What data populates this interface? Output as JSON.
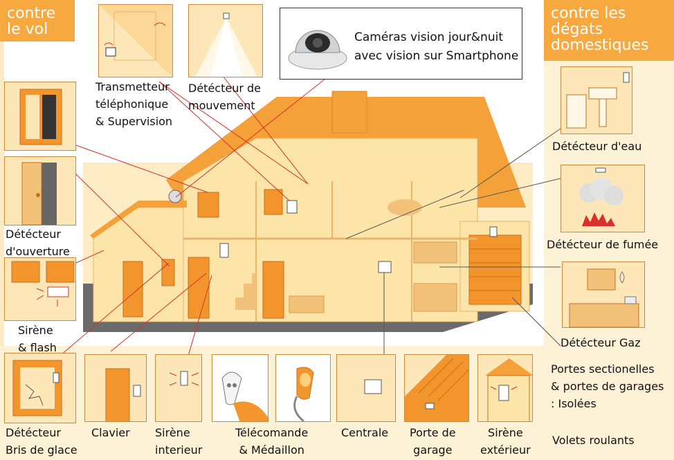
{
  "headers": {
    "left": "contre\nle vol",
    "right": "contre les\ndégats\ndomestiques"
  },
  "camera": {
    "label": "Caméras vision jour&nuit\navec vision sur Smartphone"
  },
  "labels": {
    "transmitter": "Transmetteur\ntéléphonique\n& Supervision",
    "motion": "Détécteur de\nmouvement",
    "opening": "Détécteur\nd'ouverture",
    "siren_flash": "Sirène\n& flash",
    "glass": "Détécteur\nBris de glace",
    "keypad": "Clavier",
    "indoor_siren": "Sirène\ninterieur",
    "remote": "Télécomande\n& Médaillon",
    "central": "Centrale",
    "garage_door": "Porte de\ngarage",
    "outdoor_siren": "Sirène\nextérieur",
    "water": "Détécteur d'eau",
    "smoke": "Détécteur de fumée",
    "gas": "Détécteur Gaz",
    "sectional": "Portes sectionelles\n& portes de garages\n : Isolées",
    "shutters": "Volets roulants"
  },
  "colors": {
    "header_orange": "#f7a93f",
    "house_wall": "#fde4a8",
    "roof": "#f4a13a",
    "ground": "#6b6b6b",
    "pointer_line": "#d9302c"
  }
}
